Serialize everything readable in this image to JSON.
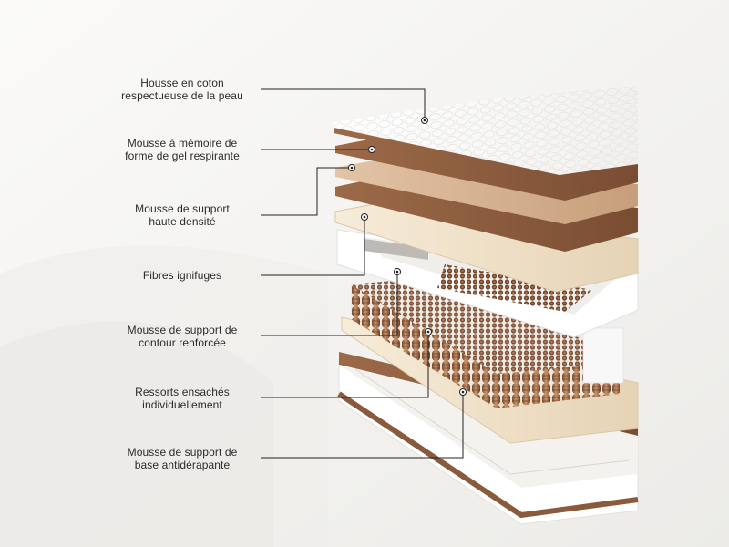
{
  "colors": {
    "background": "#f6f5f3",
    "cover": "#ffffff",
    "brown": "#8a5a3c",
    "tan": "#c9a27e",
    "cream": "#efe2c9",
    "leader_line": "#222222"
  },
  "labels": [
    {
      "id": "cotton-cover",
      "lines": [
        "Housse en coton",
        "respectueuse de la peau"
      ]
    },
    {
      "id": "gel-memory-foam",
      "lines": [
        "Mousse à mémoire de",
        "forme de gel respirante"
      ]
    },
    {
      "id": "high-density-foam",
      "lines": [
        "Mousse de support",
        "haute densité"
      ]
    },
    {
      "id": "fire-fibres",
      "lines": [
        "Fibres ignifuges"
      ]
    },
    {
      "id": "edge-support-foam",
      "lines": [
        "Mousse de support de",
        "contour renforcée"
      ]
    },
    {
      "id": "pocket-springs",
      "lines": [
        "Ressorts ensachés",
        "individuellement"
      ]
    },
    {
      "id": "base-foam",
      "lines": [
        "Mousse de support de",
        "base antidérapante"
      ]
    }
  ]
}
